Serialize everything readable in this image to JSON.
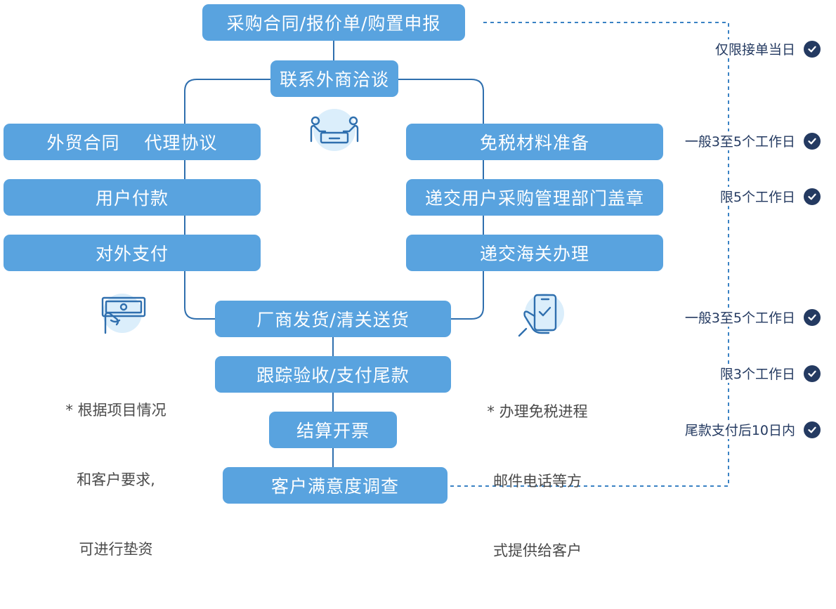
{
  "flow": {
    "top": "采购合同/报价单/购置申报",
    "negotiate": "联系外商洽谈",
    "left": [
      "外贸合同　 代理协议",
      "用户付款",
      "对外支付"
    ],
    "right": [
      "免税材料准备",
      "递交用户采购管理部门盖章",
      "递交海关办理"
    ],
    "center": [
      "厂商发货/清关送货",
      "跟踪验收/支付尾款",
      "结算开票",
      "客户满意度调查"
    ]
  },
  "notes": {
    "left": [
      "* 根据项目情况",
      "和客户要求,",
      "可进行垫资"
    ],
    "right": [
      "* 办理免税进程",
      "邮件电话等方",
      "式提供给客户"
    ]
  },
  "timeline": [
    "仅限接单当日",
    "一般3至5个工作日",
    "限5个工作日",
    "一般3至5个工作日",
    "限3个工作日",
    "尾款支付后10日内"
  ],
  "icons": [
    "meeting-icon",
    "money-hand-icon",
    "phone-hand-icon",
    "check-icon"
  ],
  "colors": {
    "box": "#59a3df",
    "line": "#2f6fae",
    "dashed": "#3a82c4",
    "check": "#243a61",
    "icon_bg": "#dbeefb"
  }
}
